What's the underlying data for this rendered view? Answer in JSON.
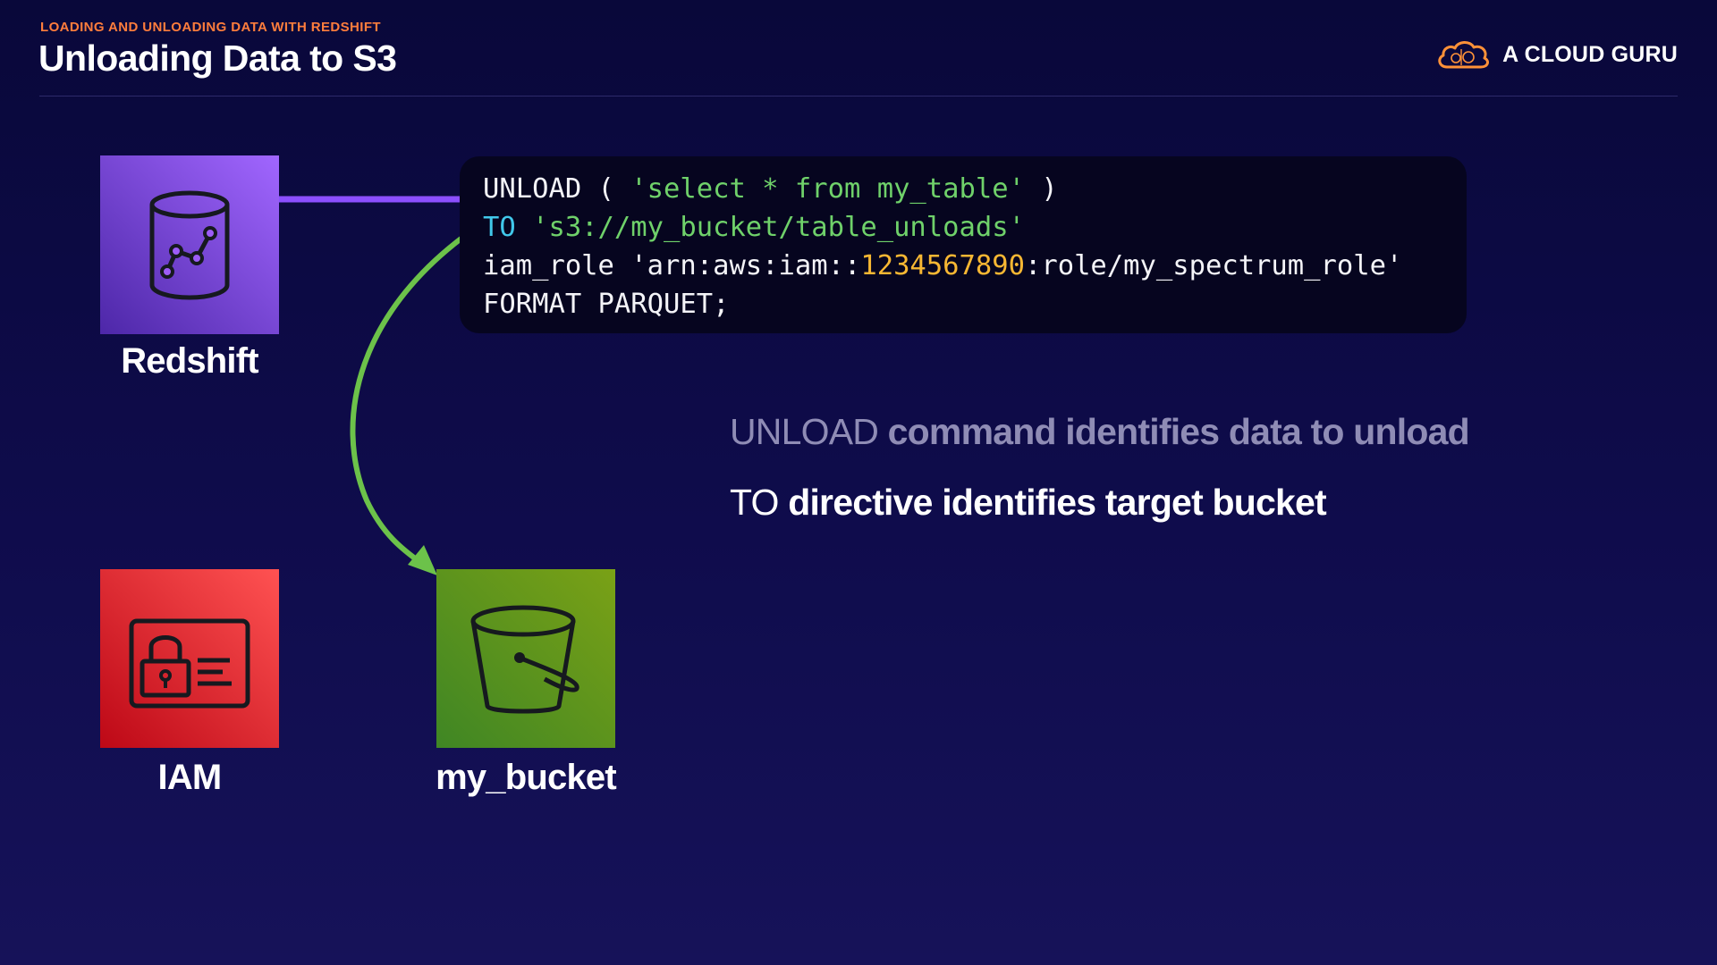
{
  "header": {
    "kicker": "LOADING AND UNLOADING DATA WITH REDSHIFT",
    "title": "Unloading Data to S3",
    "brand": "A CLOUD GURU"
  },
  "nodes": {
    "redshift": {
      "label": "Redshift",
      "icon": "redshift-database-icon",
      "color": "#8c4fff"
    },
    "iam": {
      "label": "IAM",
      "icon": "iam-id-card-lock-icon",
      "color": "#dd344c"
    },
    "bucket": {
      "label": "my_bucket",
      "icon": "s3-bucket-icon",
      "color": "#6cc24a"
    }
  },
  "code": {
    "line1": {
      "a": "UNLOAD ( ",
      "b": "'select * from my_table'",
      "c": " )"
    },
    "line2": {
      "a": "TO",
      "b": " 's3://my_bucket/table_unloads'"
    },
    "line3": {
      "a": "iam_role 'arn:aws:iam::",
      "b": "1234567890",
      "c": ":role/my_spectrum_role'"
    },
    "line4": "FORMAT PARQUET;"
  },
  "explanations": [
    {
      "keyword": "UNLOAD",
      "text": "command identifies data to unload"
    },
    {
      "keyword": "TO",
      "text": "directive identifies target bucket"
    }
  ],
  "colors": {
    "background": "#0f0c4c",
    "kicker": "#ff7d3c",
    "connector": "#8c4fff",
    "arrow": "#6cc24a",
    "code_background": "#06051f",
    "string": "#6fd16a",
    "keyword": "#41c8ea",
    "number": "#f7b733",
    "dimmed_text": "#8f8cb5"
  }
}
